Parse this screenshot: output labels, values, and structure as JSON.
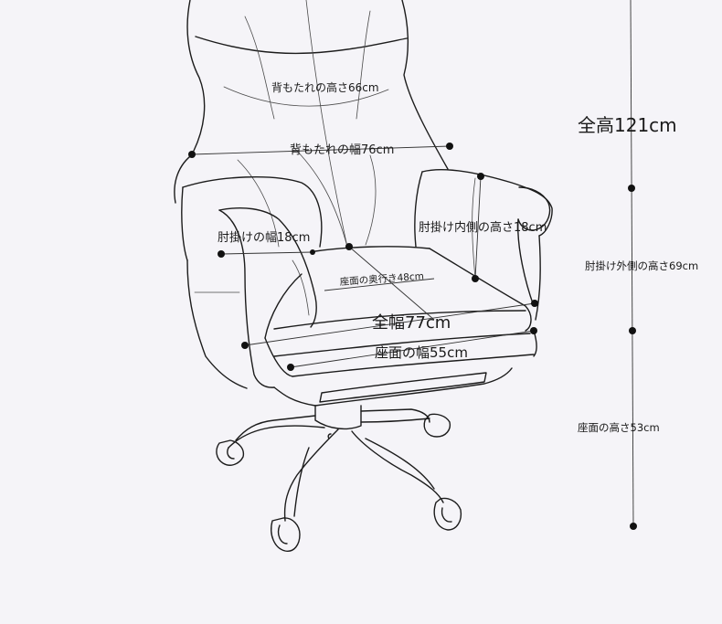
{
  "colors": {
    "background": "#f5f4f8",
    "line": "#1c1c1c",
    "text": "#1a1a1a"
  },
  "labels": {
    "backrest_height": "背もたれの高さ66cm",
    "backrest_width": "背もたれの幅76cm",
    "total_height": "全高121cm",
    "armrest_width": "肘掛けの幅18cm",
    "armrest_inner_height": "肘掛け内側の高さ18cm",
    "seat_depth": "座面の奥行き48cm",
    "armrest_outer_height": "肘掛け外側の高さ69cm",
    "total_width": "全幅77cm",
    "seat_width": "座面の幅55cm",
    "seat_height": "座面の高さ53cm"
  }
}
